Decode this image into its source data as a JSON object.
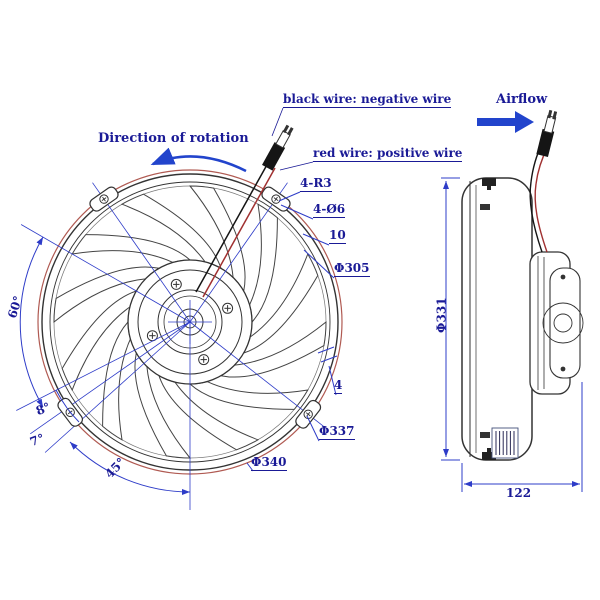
{
  "labels": {
    "direction_of_rotation": "Direction of rotation",
    "black_wire": "black wire: negative wire",
    "red_wire": "red wire: positive wire",
    "airflow": "Airflow"
  },
  "dimensions": {
    "corner_radius": "4-R3",
    "hole_diameter": "4-Ø6",
    "tab_width": "10",
    "blade_diameter": "Φ305",
    "tab_thickness": "4",
    "ring_diameter": "Φ337",
    "outer_diameter": "Φ340",
    "body_diameter": "Φ331",
    "depth": "122"
  },
  "angles": {
    "sixty": "60°",
    "eight": "8°",
    "seven": "7°",
    "forty_five": "45°"
  },
  "colors": {
    "line": "#333333",
    "outer_circle_red": "#b05a52",
    "dimension_blue": "#2e3cc8",
    "text_navy": "#1a1a96",
    "wire_red": "#a03030",
    "arrow_blue": "#2244cc"
  }
}
